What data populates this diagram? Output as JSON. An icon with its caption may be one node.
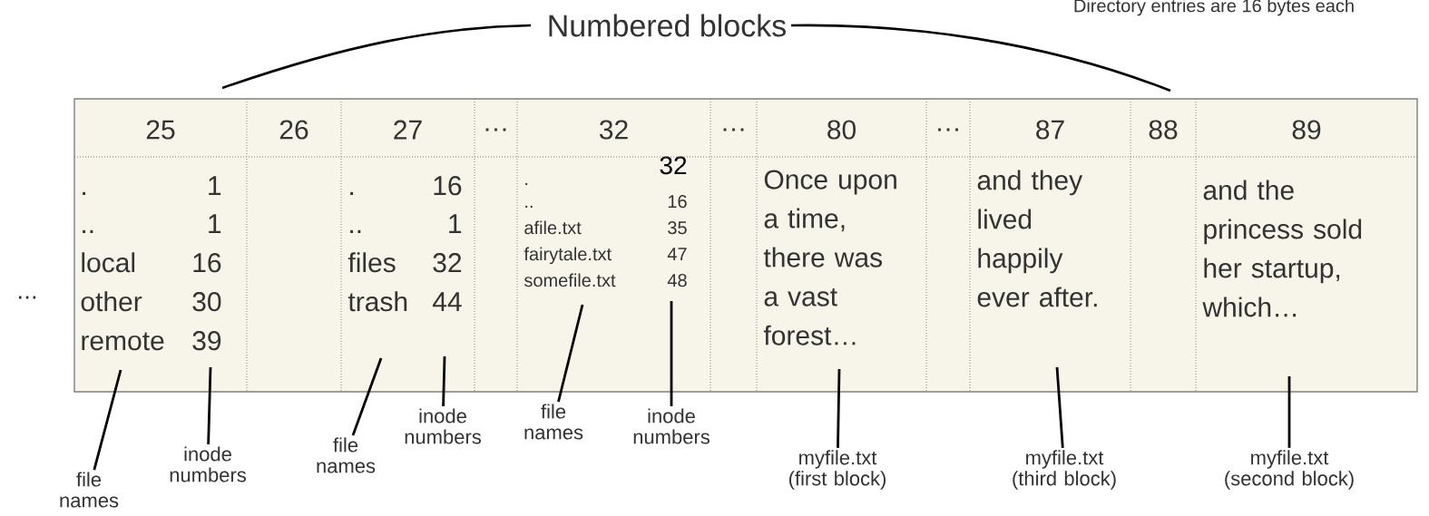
{
  "diagram": {
    "nodes": [
      {
        "text": [
          "25",
          ".",
          "1",
          "..",
          "1",
          "local",
          "16",
          "other",
          "30",
          "remote",
          "39"
        ]
      },
      {
        "text": [
          "26"
        ]
      },
      {
        "text": [
          "27",
          ".",
          "16",
          "..",
          "1",
          "files",
          "32",
          "trash",
          "44"
        ]
      },
      {
        "text": [
          "…"
        ]
      },
      {
        "text": [
          "32",
          ".",
          "32",
          "..",
          "16",
          "afile.txt",
          "35",
          "fairytale.txt",
          "47",
          "somefile.txt",
          "48"
        ]
      },
      {
        "text": [
          "…"
        ]
      },
      {
        "text": [
          "80",
          "Once upon a time, there was a vast forest…"
        ]
      },
      {
        "text": [
          "…"
        ]
      },
      {
        "text": [
          "87",
          "and they lived happily ever after."
        ]
      },
      {
        "text": [
          "88"
        ]
      },
      {
        "text": [
          "89",
          "and the princess sold her startup, which…"
        ]
      },
      {
        "text": [
          "file names"
        ]
      },
      {
        "text": [
          "inode numbers"
        ]
      },
      {
        "text": [
          "file names"
        ]
      },
      {
        "text": [
          "inode numbers"
        ]
      },
      {
        "text": [
          "file names"
        ]
      },
      {
        "text": [
          "inode numbers"
        ]
      },
      {
        "text": [
          "myfile.txt (first block)"
        ]
      },
      {
        "text": [
          "myfile.txt (third block)"
        ]
      },
      {
        "text": [
          "myfile.txt (second block)"
        ]
      }
    ],
    "edges": [
      {
        "from": 11,
        "to": 0,
        "arrow": "none"
      },
      {
        "from": 12,
        "to": 0,
        "arrow": "none"
      },
      {
        "from": 13,
        "to": 2,
        "arrow": "none"
      },
      {
        "from": 14,
        "to": 2,
        "arrow": "none"
      },
      {
        "from": 15,
        "to": 4,
        "arrow": "none"
      },
      {
        "from": 16,
        "to": 4,
        "arrow": "none"
      },
      {
        "from": 17,
        "to": 6,
        "arrow": "none"
      },
      {
        "from": 18,
        "to": 8,
        "arrow": "none"
      },
      {
        "from": 19,
        "to": 10,
        "arrow": "none"
      }
    ],
    "labels": [
      "Directory entries are 16 bytes each",
      "Numbered blocks",
      "..."
    ]
  }
}
